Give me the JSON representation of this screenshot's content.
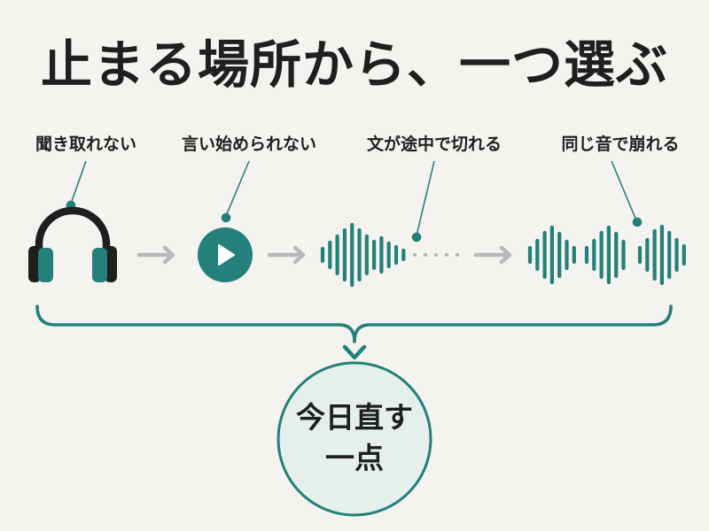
{
  "title": "止まる場所から、一つ選ぶ",
  "stages": [
    {
      "label": "聞き取れない",
      "icon": "headphones-icon"
    },
    {
      "label": "言い始められない",
      "icon": "play-button-icon"
    },
    {
      "label": "文が途中で切れる",
      "icon": "waveform-cut-off-icon"
    },
    {
      "label": "同じ音で崩れる",
      "icon": "repeated-waveform-icon"
    }
  ],
  "result": {
    "line1": "今日直す",
    "line2": "一点"
  },
  "colors": {
    "accent": "#23807a",
    "dark": "#1f1f1f",
    "arrow": "#b9b9b9",
    "circle_fill": "#e5efec"
  }
}
